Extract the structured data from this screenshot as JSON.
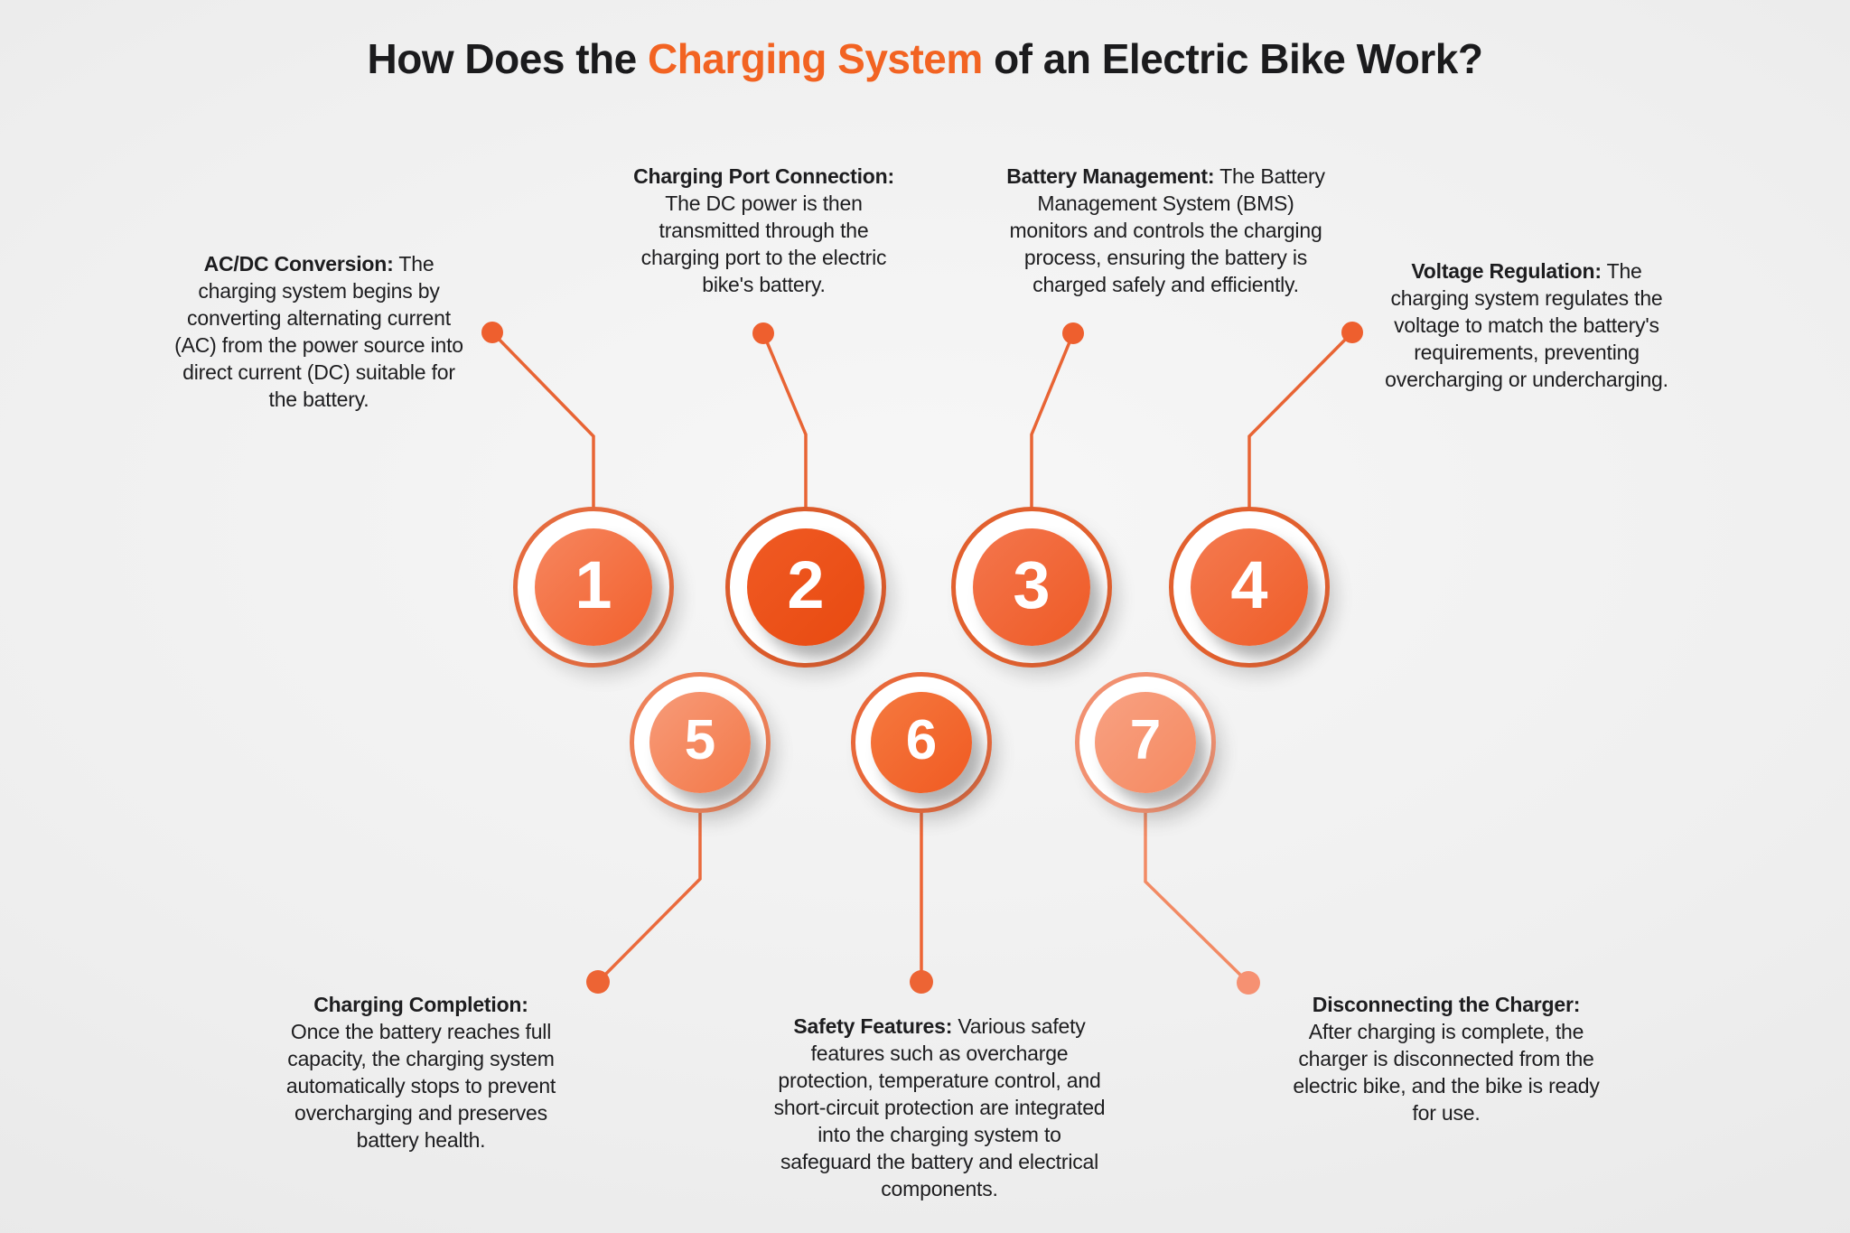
{
  "title": {
    "prefix": "How Does the ",
    "highlight": "Charging System",
    "suffix": " of an Electric Bike Work?"
  },
  "colors": {
    "accent_orange": "#F26322",
    "text_dark": "#1D1D1F",
    "background_gray": "#EDEDED",
    "connector_orange": "#E86434",
    "connector_salmon": "#F28A64"
  },
  "steps": [
    {
      "number": "1",
      "heading": "AC/DC Conversion:",
      "body": "The charging system begins by converting alternating current (AC) from the power source into direct current (DC) suitable for the battery.",
      "circle_colors": {
        "light": "#F6865F",
        "dark": "#F2602C",
        "ring": "#E56B3E"
      }
    },
    {
      "number": "2",
      "heading": "Charging Port Connection:",
      "body": "The DC power is then transmitted through the charging port to the electric bike's battery.",
      "circle_colors": {
        "light": "#F05A24",
        "dark": "#E84A10",
        "ring": "#DC5B2B"
      }
    },
    {
      "number": "3",
      "heading": "Battery Management:",
      "body": "The Battery Management System (BMS) monitors and controls the charging process, ensuring the battery is charged safely and efficiently.",
      "circle_colors": {
        "light": "#F4764D",
        "dark": "#EE5A25",
        "ring": "#E2602E"
      }
    },
    {
      "number": "4",
      "heading": "Voltage Regulation:",
      "body": "The charging system regulates the voltage to match the battery's requirements, preventing overcharging or undercharging.",
      "circle_colors": {
        "light": "#F47A50",
        "dark": "#EF5D28",
        "ring": "#E2602E"
      }
    },
    {
      "number": "5",
      "heading": "Charging Completion:",
      "body": "Once the battery reaches full capacity, the charging system automatically stops to prevent overcharging and preserves battery health.",
      "circle_colors": {
        "light": "#F79B79",
        "dark": "#F37848",
        "ring": "#EE8158"
      }
    },
    {
      "number": "6",
      "heading": "Safety Features:",
      "body": "Various safety features such as overcharge protection, temperature control, and short-circuit protection are integrated into the charging system to safeguard the battery and electrical components.",
      "circle_colors": {
        "light": "#F5793F",
        "dark": "#F05A22",
        "ring": "#E8683A"
      }
    },
    {
      "number": "7",
      "heading": "Disconnecting the Charger:",
      "body": "After charging is complete, the charger is disconnected from the electric bike, and the bike is ready for use.",
      "circle_colors": {
        "light": "#F8A182",
        "dark": "#F58960",
        "ring": "#F19070"
      }
    }
  ]
}
